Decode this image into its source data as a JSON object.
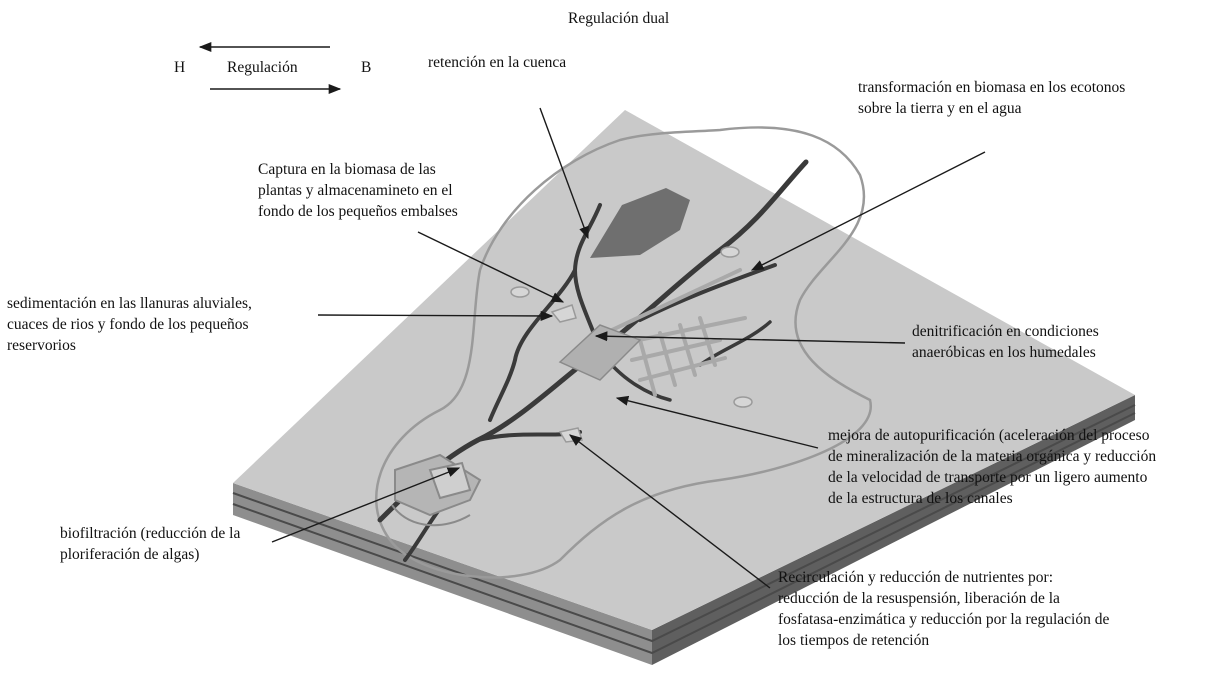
{
  "header": {
    "title": "Regulación dual",
    "regulation_h": "H",
    "regulation_label": "Regulación",
    "regulation_b": "B"
  },
  "labels": {
    "retencion": "retención en la cuenca",
    "transformacion": "transformación en biomasa en los ecotonos\nsobre la tierra y en el agua",
    "captura": "Captura en la biomasa de las\nplantas y almacenamineto en el\nfondo de los pequeños embalses",
    "sedimentacion": "sedimentación en las llanuras aluviales,\ncuaces de rios y fondo de los pequeños\nreservorios",
    "denitrificacion": "denitrificación en condiciones\nanaeróbicas en los humedales",
    "autopurificacion": "mejora de autopurificación (aceleración del proceso\nde mineralización de la materia orgánica y reducción\nde la velocidad de transporte por un ligero aumento\nde la estructura de los canales",
    "biofiltracion": "biofiltración (reducción de la\nploriferación de algas)",
    "recirculacion": "Recirculación y reducción de nutrientes por:\nreducción de la resuspensión, liberación de la\nfosfatasa-enzimática y reducción por la regulación de\nlos tiempos de retención"
  },
  "colors": {
    "slab_top": "#c8c8c8",
    "slab_front": "#8a8a8a",
    "slab_side": "#5e5e5e",
    "river": "#3a3a3a",
    "outline": "#9a9a9a",
    "arrow": "#1a1a1a"
  }
}
